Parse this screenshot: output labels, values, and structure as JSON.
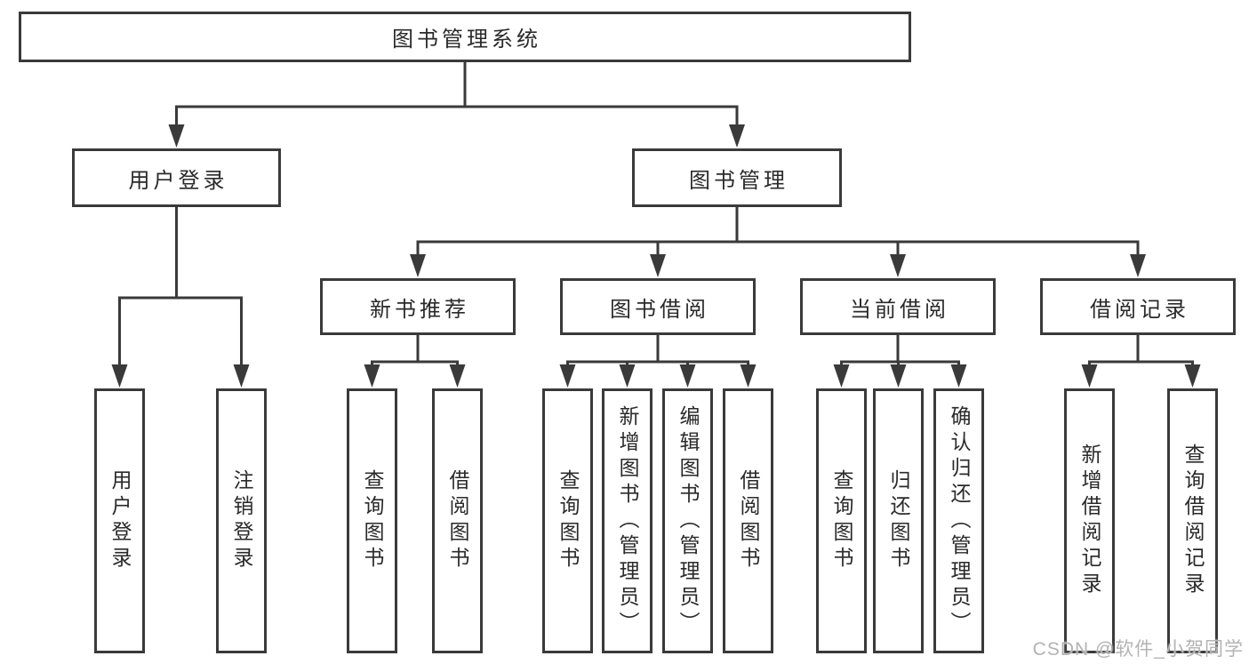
{
  "diagram": {
    "type": "hierarchy-tree",
    "colors": {
      "line": "#3a3a3a",
      "box_border": "#3a3a3a",
      "box_fill": "#ffffff",
      "text": "#2a2a2a",
      "watermark": "#b3b3b3",
      "background": "#ffffff"
    },
    "nodes": {
      "root": "图书管理系统",
      "l2": [
        "用户登录",
        "图书管理"
      ],
      "l3": [
        "新书推荐",
        "图书借阅",
        "当前借阅",
        "借阅记录"
      ],
      "leaves": [
        "用户登录",
        "注销登录",
        "查询图书",
        "借阅图书",
        "查询图书",
        "新增图书（管理员）",
        "编辑图书（管理员）",
        "借阅图书",
        "查询图书",
        "归还图书",
        "确认归还（管理员）",
        "新增借阅记录",
        "查询借阅记录"
      ]
    },
    "hierarchy": {
      "图书管理系统": [
        "用户登录",
        "图书管理"
      ],
      "用户登录": [
        "用户登录",
        "注销登录"
      ],
      "图书管理": [
        "新书推荐",
        "图书借阅",
        "当前借阅",
        "借阅记录"
      ],
      "新书推荐": [
        "查询图书",
        "借阅图书"
      ],
      "图书借阅": [
        "查询图书",
        "新增图书（管理员）",
        "编辑图书（管理员）",
        "借阅图书"
      ],
      "当前借阅": [
        "查询图书",
        "归还图书",
        "确认归还（管理员）"
      ],
      "借阅记录": [
        "新增借阅记录",
        "查询借阅记录"
      ]
    },
    "watermark": "CSDN @软件_小贺同学"
  }
}
